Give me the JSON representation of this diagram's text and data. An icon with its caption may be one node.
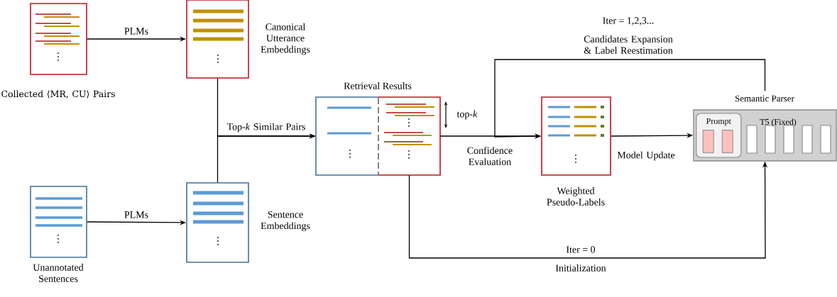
{
  "diagram": {
    "nodes": [
      {
        "text": [
          "Collected ⟨MR, CU⟩ Pairs"
        ]
      },
      {
        "text": [
          "Canonical Utterance Embeddings"
        ]
      },
      {
        "text": [
          "Unannotated Sentences"
        ]
      },
      {
        "text": [
          "Sentence Embeddings"
        ]
      },
      {
        "text": [
          "Retrieval Results"
        ]
      },
      {
        "text": [
          "Weighted Pseudo-Labels"
        ]
      },
      {
        "text": [
          "Semantic Parser",
          "T5 (Fixed)"
        ]
      },
      {
        "text": [
          "Prompt"
        ],
        "in": 6
      }
    ],
    "edges": [
      {
        "from": 0,
        "to": 1,
        "arrow": "to",
        "label": "PLMs"
      },
      {
        "from": 2,
        "to": 3,
        "arrow": "to",
        "label": "PLMs"
      },
      {
        "from": 1,
        "to": 4,
        "arrow": "to",
        "label": "Top-*k* Similar Pairs"
      },
      {
        "from": 3,
        "to": 4,
        "arrow": "to"
      },
      {
        "from": 4,
        "to": 5,
        "arrow": "to",
        "label": "Confidence Evaluation"
      },
      {
        "from": 5,
        "to": 6,
        "arrow": "to",
        "label": "Model Update"
      },
      {
        "from": 6,
        "to": 5,
        "arrow": "to",
        "label": "Candidates Expansion & Label Reestimation"
      },
      {
        "from": 4,
        "to": 6,
        "arrow": "to",
        "label": "Initialization"
      }
    ],
    "labels": [
      "Iter = 1,2,3...",
      "top-*k*",
      "Iter = 0"
    ]
  }
}
